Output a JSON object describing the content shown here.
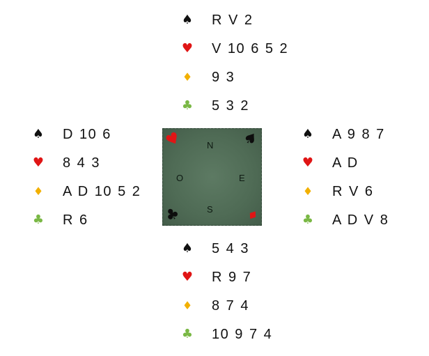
{
  "suit_icons": {
    "spade": "♠",
    "heart": "♥",
    "diamond": "♦",
    "club": "♣"
  },
  "colors": {
    "spade": "#111111",
    "heart": "#e01515",
    "diamond": "#f2b000",
    "club": "#7ab845",
    "table_felt": "#4f6b55"
  },
  "hands": {
    "north": {
      "spades": "R V 2",
      "hearts": "V 10 6 5 2",
      "diamonds": "9 3",
      "clubs": "5 3 2"
    },
    "west": {
      "spades": "D 10 6",
      "hearts": "8 4 3",
      "diamonds": "A D 10 5 2",
      "clubs": "R 6"
    },
    "east": {
      "spades": "A 9 8 7",
      "hearts": "A D",
      "diamonds": "R V 6",
      "clubs": "A D V 8"
    },
    "south": {
      "spades": "5 4 3",
      "hearts": "R 9 7",
      "diamonds": "8 7 4",
      "clubs": "10 9 7 4"
    }
  },
  "table": {
    "north": "N",
    "west": "O",
    "east": "E",
    "south": "S"
  }
}
